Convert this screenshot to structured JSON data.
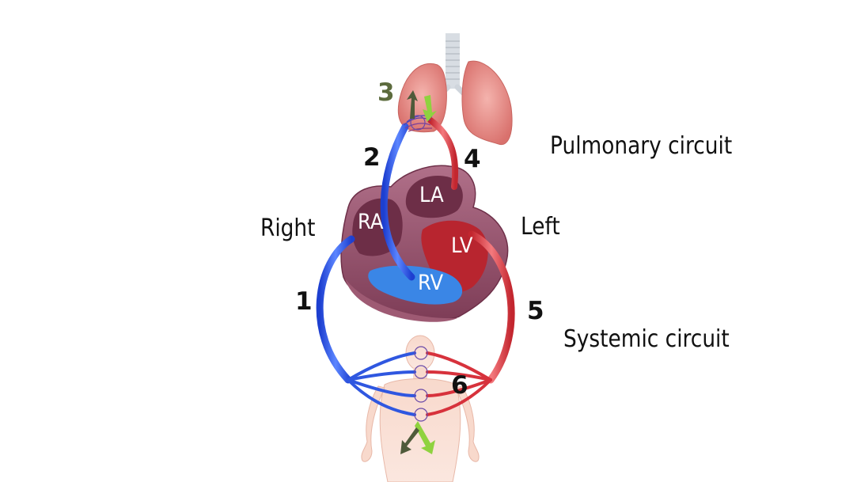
{
  "labels": {
    "pulmonary": "Pulmonary circuit",
    "systemic": "Systemic circuit",
    "right": "Right",
    "left": "Left"
  },
  "chambers": {
    "ra": "RA",
    "la": "LA",
    "rv": "RV",
    "lv": "LV"
  },
  "steps": [
    "1",
    "2",
    "3",
    "4",
    "5",
    "6"
  ],
  "colors": {
    "deoxygenated": "#2f57e0",
    "oxygenated": "#e2434b",
    "heart_wall": "#8a4a62",
    "lung": "#e88e8a",
    "body": "#f6cfc2",
    "gas_exchange_green": "#8fd23f",
    "gas_exchange_dark": "#4f5a3a"
  }
}
